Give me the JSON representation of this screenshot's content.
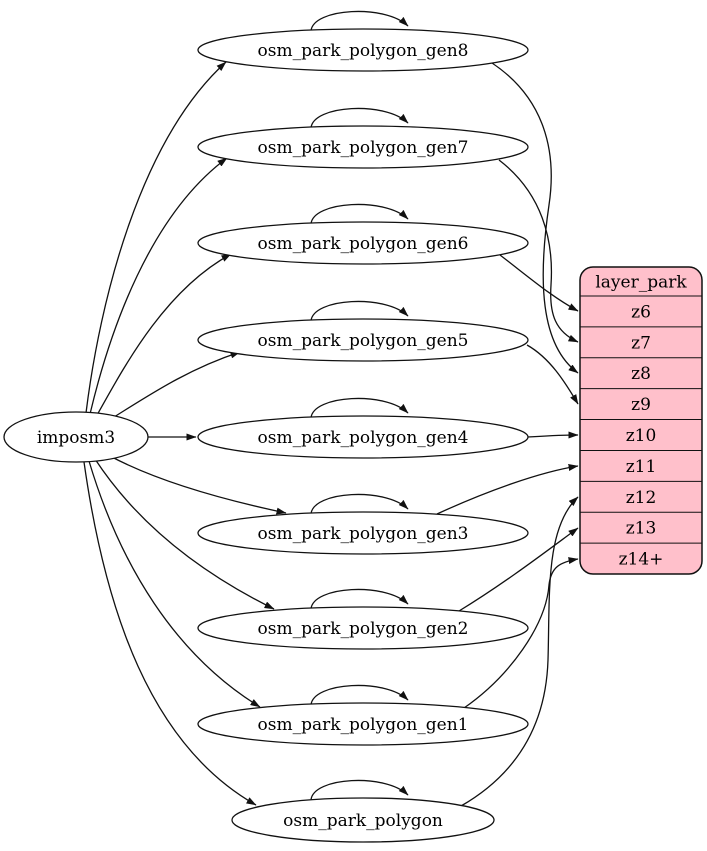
{
  "diagram": {
    "type": "etl-graph",
    "background": "#ffffff",
    "node_fill": "#ffffff",
    "edge_color": "#111111",
    "text_color": "#000000",
    "source": {
      "id": "imposm3",
      "label": "imposm3"
    },
    "tables": [
      {
        "id": "osm_park_polygon_gen8",
        "label": "osm_park_polygon_gen8"
      },
      {
        "id": "osm_park_polygon_gen7",
        "label": "osm_park_polygon_gen7"
      },
      {
        "id": "osm_park_polygon_gen6",
        "label": "osm_park_polygon_gen6"
      },
      {
        "id": "osm_park_polygon_gen5",
        "label": "osm_park_polygon_gen5"
      },
      {
        "id": "osm_park_polygon_gen4",
        "label": "osm_park_polygon_gen4"
      },
      {
        "id": "osm_park_polygon_gen3",
        "label": "osm_park_polygon_gen3"
      },
      {
        "id": "osm_park_polygon_gen2",
        "label": "osm_park_polygon_gen2"
      },
      {
        "id": "osm_park_polygon_gen1",
        "label": "osm_park_polygon_gen1"
      },
      {
        "id": "osm_park_polygon",
        "label": "osm_park_polygon"
      }
    ],
    "record": {
      "id": "layer_park",
      "title": "layer_park",
      "rows": [
        "z6",
        "z7",
        "z8",
        "z9",
        "z10",
        "z11",
        "z12",
        "z13",
        "z14+"
      ],
      "fill": "#ffc0cb",
      "border": "#111111"
    },
    "edges": [
      {
        "from": "imposm3",
        "to": "osm_park_polygon_gen8"
      },
      {
        "from": "imposm3",
        "to": "osm_park_polygon_gen7"
      },
      {
        "from": "imposm3",
        "to": "osm_park_polygon_gen6"
      },
      {
        "from": "imposm3",
        "to": "osm_park_polygon_gen5"
      },
      {
        "from": "imposm3",
        "to": "osm_park_polygon_gen4"
      },
      {
        "from": "imposm3",
        "to": "osm_park_polygon_gen3"
      },
      {
        "from": "imposm3",
        "to": "osm_park_polygon_gen2"
      },
      {
        "from": "imposm3",
        "to": "osm_park_polygon_gen1"
      },
      {
        "from": "imposm3",
        "to": "osm_park_polygon"
      },
      {
        "from": "osm_park_polygon_gen8",
        "to": "osm_park_polygon_gen8",
        "type": "self"
      },
      {
        "from": "osm_park_polygon_gen7",
        "to": "osm_park_polygon_gen7",
        "type": "self"
      },
      {
        "from": "osm_park_polygon_gen6",
        "to": "osm_park_polygon_gen6",
        "type": "self"
      },
      {
        "from": "osm_park_polygon_gen5",
        "to": "osm_park_polygon_gen5",
        "type": "self"
      },
      {
        "from": "osm_park_polygon_gen4",
        "to": "osm_park_polygon_gen4",
        "type": "self"
      },
      {
        "from": "osm_park_polygon_gen3",
        "to": "osm_park_polygon_gen3",
        "type": "self"
      },
      {
        "from": "osm_park_polygon_gen2",
        "to": "osm_park_polygon_gen2",
        "type": "self"
      },
      {
        "from": "osm_park_polygon_gen1",
        "to": "osm_park_polygon_gen1",
        "type": "self"
      },
      {
        "from": "osm_park_polygon",
        "to": "osm_park_polygon",
        "type": "self"
      },
      {
        "from": "osm_park_polygon_gen6",
        "to": "layer_park.z6"
      },
      {
        "from": "osm_park_polygon_gen7",
        "to": "layer_park.z7"
      },
      {
        "from": "osm_park_polygon_gen8",
        "to": "layer_park.z8"
      },
      {
        "from": "osm_park_polygon_gen5",
        "to": "layer_park.z9"
      },
      {
        "from": "osm_park_polygon_gen4",
        "to": "layer_park.z10"
      },
      {
        "from": "osm_park_polygon_gen3",
        "to": "layer_park.z11"
      },
      {
        "from": "osm_park_polygon",
        "to": "layer_park.z12"
      },
      {
        "from": "osm_park_polygon_gen2",
        "to": "layer_park.z13"
      },
      {
        "from": "osm_park_polygon_gen1",
        "to": "layer_park.z14+"
      }
    ]
  }
}
